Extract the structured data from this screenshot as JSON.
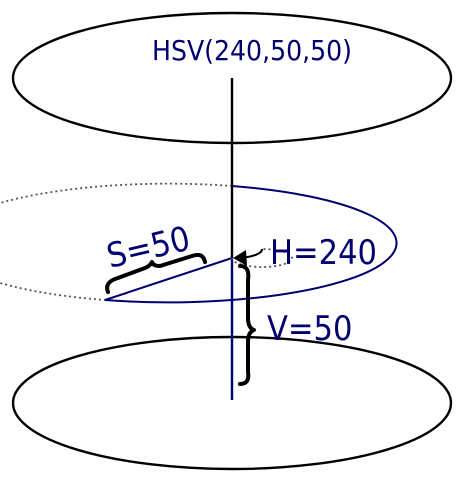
{
  "labels": {
    "title": "HSV(240,50,50)",
    "saturation": "S=50",
    "hue": "H=240",
    "value": "V=50"
  },
  "colors": {
    "outline": "#000000",
    "accent": "#00006e",
    "background": "#ffffff"
  }
}
